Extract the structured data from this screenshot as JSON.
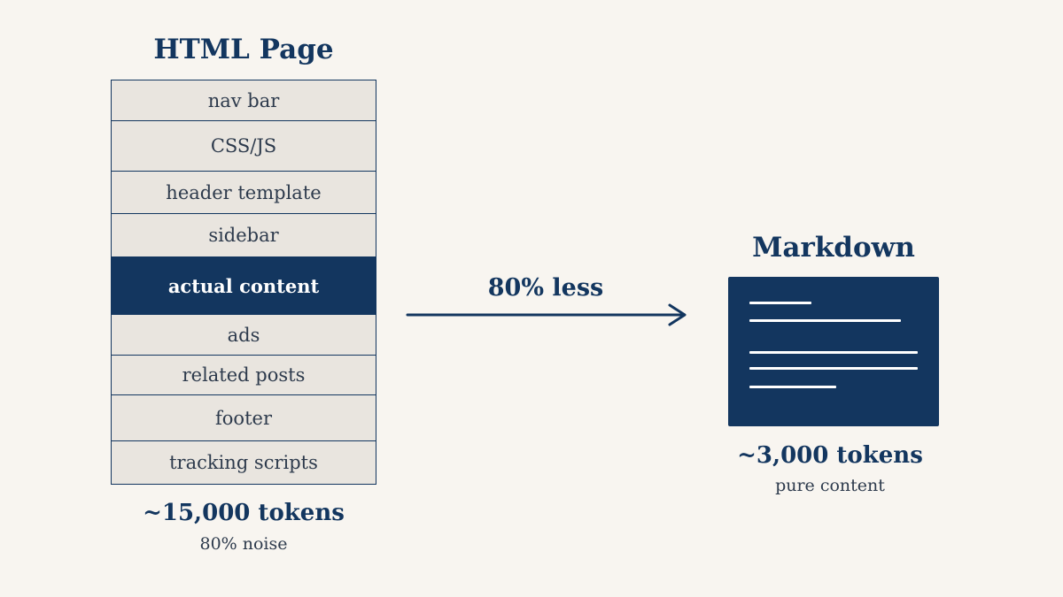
{
  "html_page": {
    "title": "HTML Page",
    "layers": [
      {
        "label": "nav bar",
        "highlight": false
      },
      {
        "label": "CSS/JS",
        "highlight": false
      },
      {
        "label": "header template",
        "highlight": false
      },
      {
        "label": "sidebar",
        "highlight": false
      },
      {
        "label": "actual content",
        "highlight": true
      },
      {
        "label": "ads",
        "highlight": false
      },
      {
        "label": "related posts",
        "highlight": false
      },
      {
        "label": "footer",
        "highlight": false
      },
      {
        "label": "tracking scripts",
        "highlight": false
      }
    ],
    "tokens": "~15,000 tokens",
    "note": "80% noise"
  },
  "conversion": {
    "label": "80% less",
    "arrow_icon": "arrow-right-icon"
  },
  "markdown": {
    "title": "Markdown",
    "icon": "document-icon",
    "tokens": "~3,000 tokens",
    "note": "pure content"
  },
  "colors": {
    "navy": "#13365f",
    "layer_bg": "#e9e5df",
    "page_bg": "#f8f5f0"
  }
}
